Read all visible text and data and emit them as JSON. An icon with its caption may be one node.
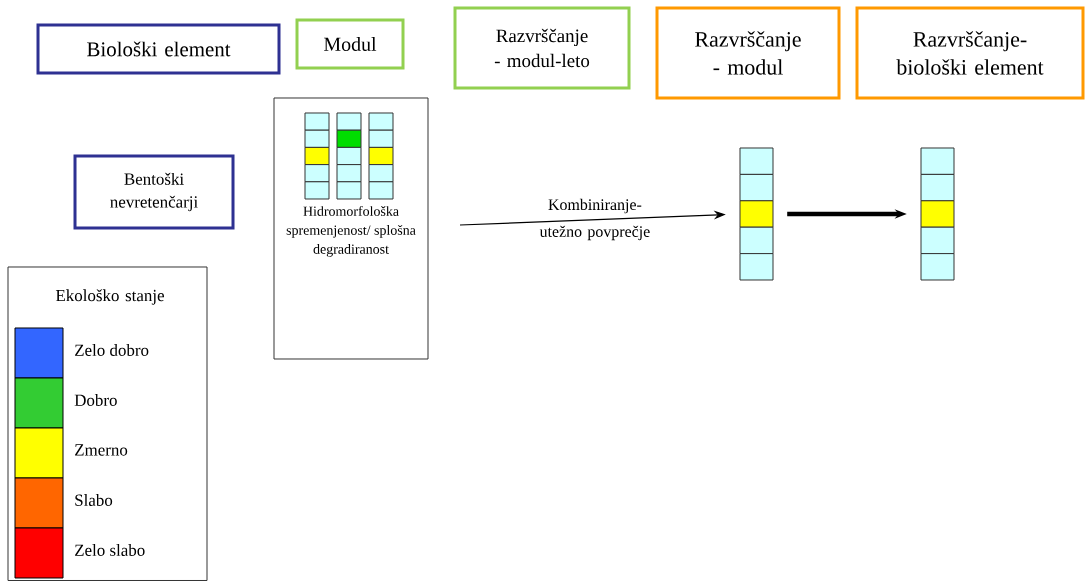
{
  "diagram": {
    "nodes": [
      {
        "text": [
          "Biološki element"
        ]
      },
      {
        "text": [
          "Modul"
        ]
      },
      {
        "text": [
          "Razvrščanje - modul-leto"
        ]
      },
      {
        "text": [
          "Razvrščanje - modul"
        ]
      },
      {
        "text": [
          "Razvrščanje- biološki element"
        ]
      },
      {
        "text": [
          "Bentoški nevretenčarji"
        ]
      },
      {
        "text": [
          "Hidromorfološka spremenjenost/ splošna degradiranost"
        ]
      },
      {
        "text": [],
        "shape": "bar"
      },
      {
        "text": [],
        "shape": "bar"
      }
    ],
    "edges": [
      {
        "from": null,
        "to": 7,
        "arrow": "to",
        "label": "Kombiniranje- utežno povprečje"
      },
      {
        "from": 7,
        "to": 8,
        "arrow": "to",
        "style": "thick"
      }
    ],
    "labels": [
      "Ekološko stanje"
    ],
    "legend": [
      {
        "text": "Zelo dobro",
        "color": "#3366ff"
      },
      {
        "text": "Dobro",
        "color": "#33cc33"
      },
      {
        "text": "Zmerno",
        "color": "#ffff00"
      },
      {
        "text": "Slabo",
        "color": "#ff6600"
      },
      {
        "text": "Zelo slabo",
        "color": "#ff0000"
      }
    ]
  }
}
